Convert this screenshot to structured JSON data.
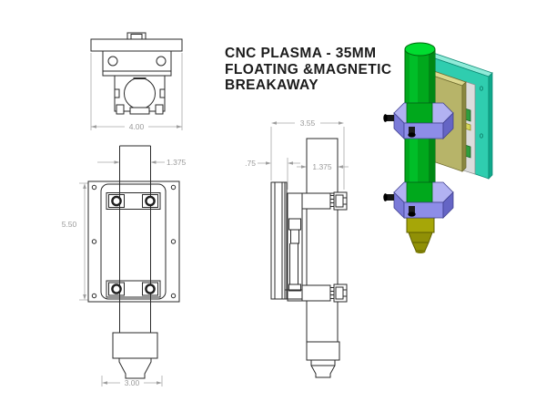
{
  "title": {
    "lines": [
      "CNC PLASMA - 35MM",
      "FLOATING &MAGNETIC",
      "BREAKAWAY"
    ]
  },
  "drawing": {
    "top_view": {
      "dim_width": "4.00"
    },
    "front_view": {
      "dim_tube_width": "1.375",
      "dim_height": "5.50",
      "dim_base_width": "3.00"
    },
    "side_view": {
      "dim_depth": "3.55",
      "dim_plate_stack": ".75",
      "dim_tube_width": "1.375"
    }
  },
  "iso_view": {
    "colors": {
      "torch_body_green": "#00A81C",
      "torch_top_green": "#00DC30",
      "clamp_purple": "#8D8DE8",
      "clamp_purple_light": "#B2B2F2",
      "back_plate_teal": "#2FCDAF",
      "float_plate_khaki": "#B7B469",
      "nozzle_olive": "#A6A608",
      "bolt_black": "#161616"
    }
  }
}
